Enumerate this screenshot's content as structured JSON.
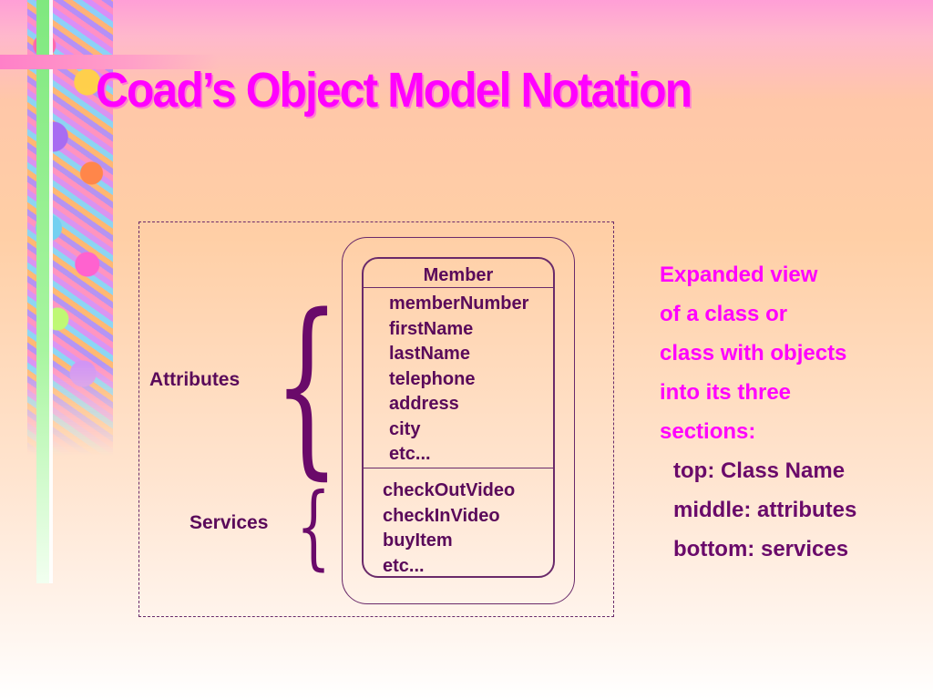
{
  "title": "Coad’s Object Model Notation",
  "labels": {
    "attributes": "Attributes",
    "services": "Services"
  },
  "class_box": {
    "name": "Member",
    "attributes": [
      "memberNumber",
      "firstName",
      "lastName",
      "telephone",
      "address",
      "city",
      "etc..."
    ],
    "services": [
      "checkOutVideo",
      "checkInVideo",
      "buyItem",
      "etc..."
    ]
  },
  "description": {
    "lines": [
      "Expanded view",
      "of a class or",
      "class with objects",
      "into its three",
      "sections:"
    ],
    "sections": [
      "top: Class Name",
      "middle: attributes",
      "bottom: services"
    ]
  },
  "colors": {
    "title": "#ff00ff",
    "accent_text": "#ff00ff",
    "diagram_text": "#5a0a5a",
    "line": "#6a2a6a"
  }
}
